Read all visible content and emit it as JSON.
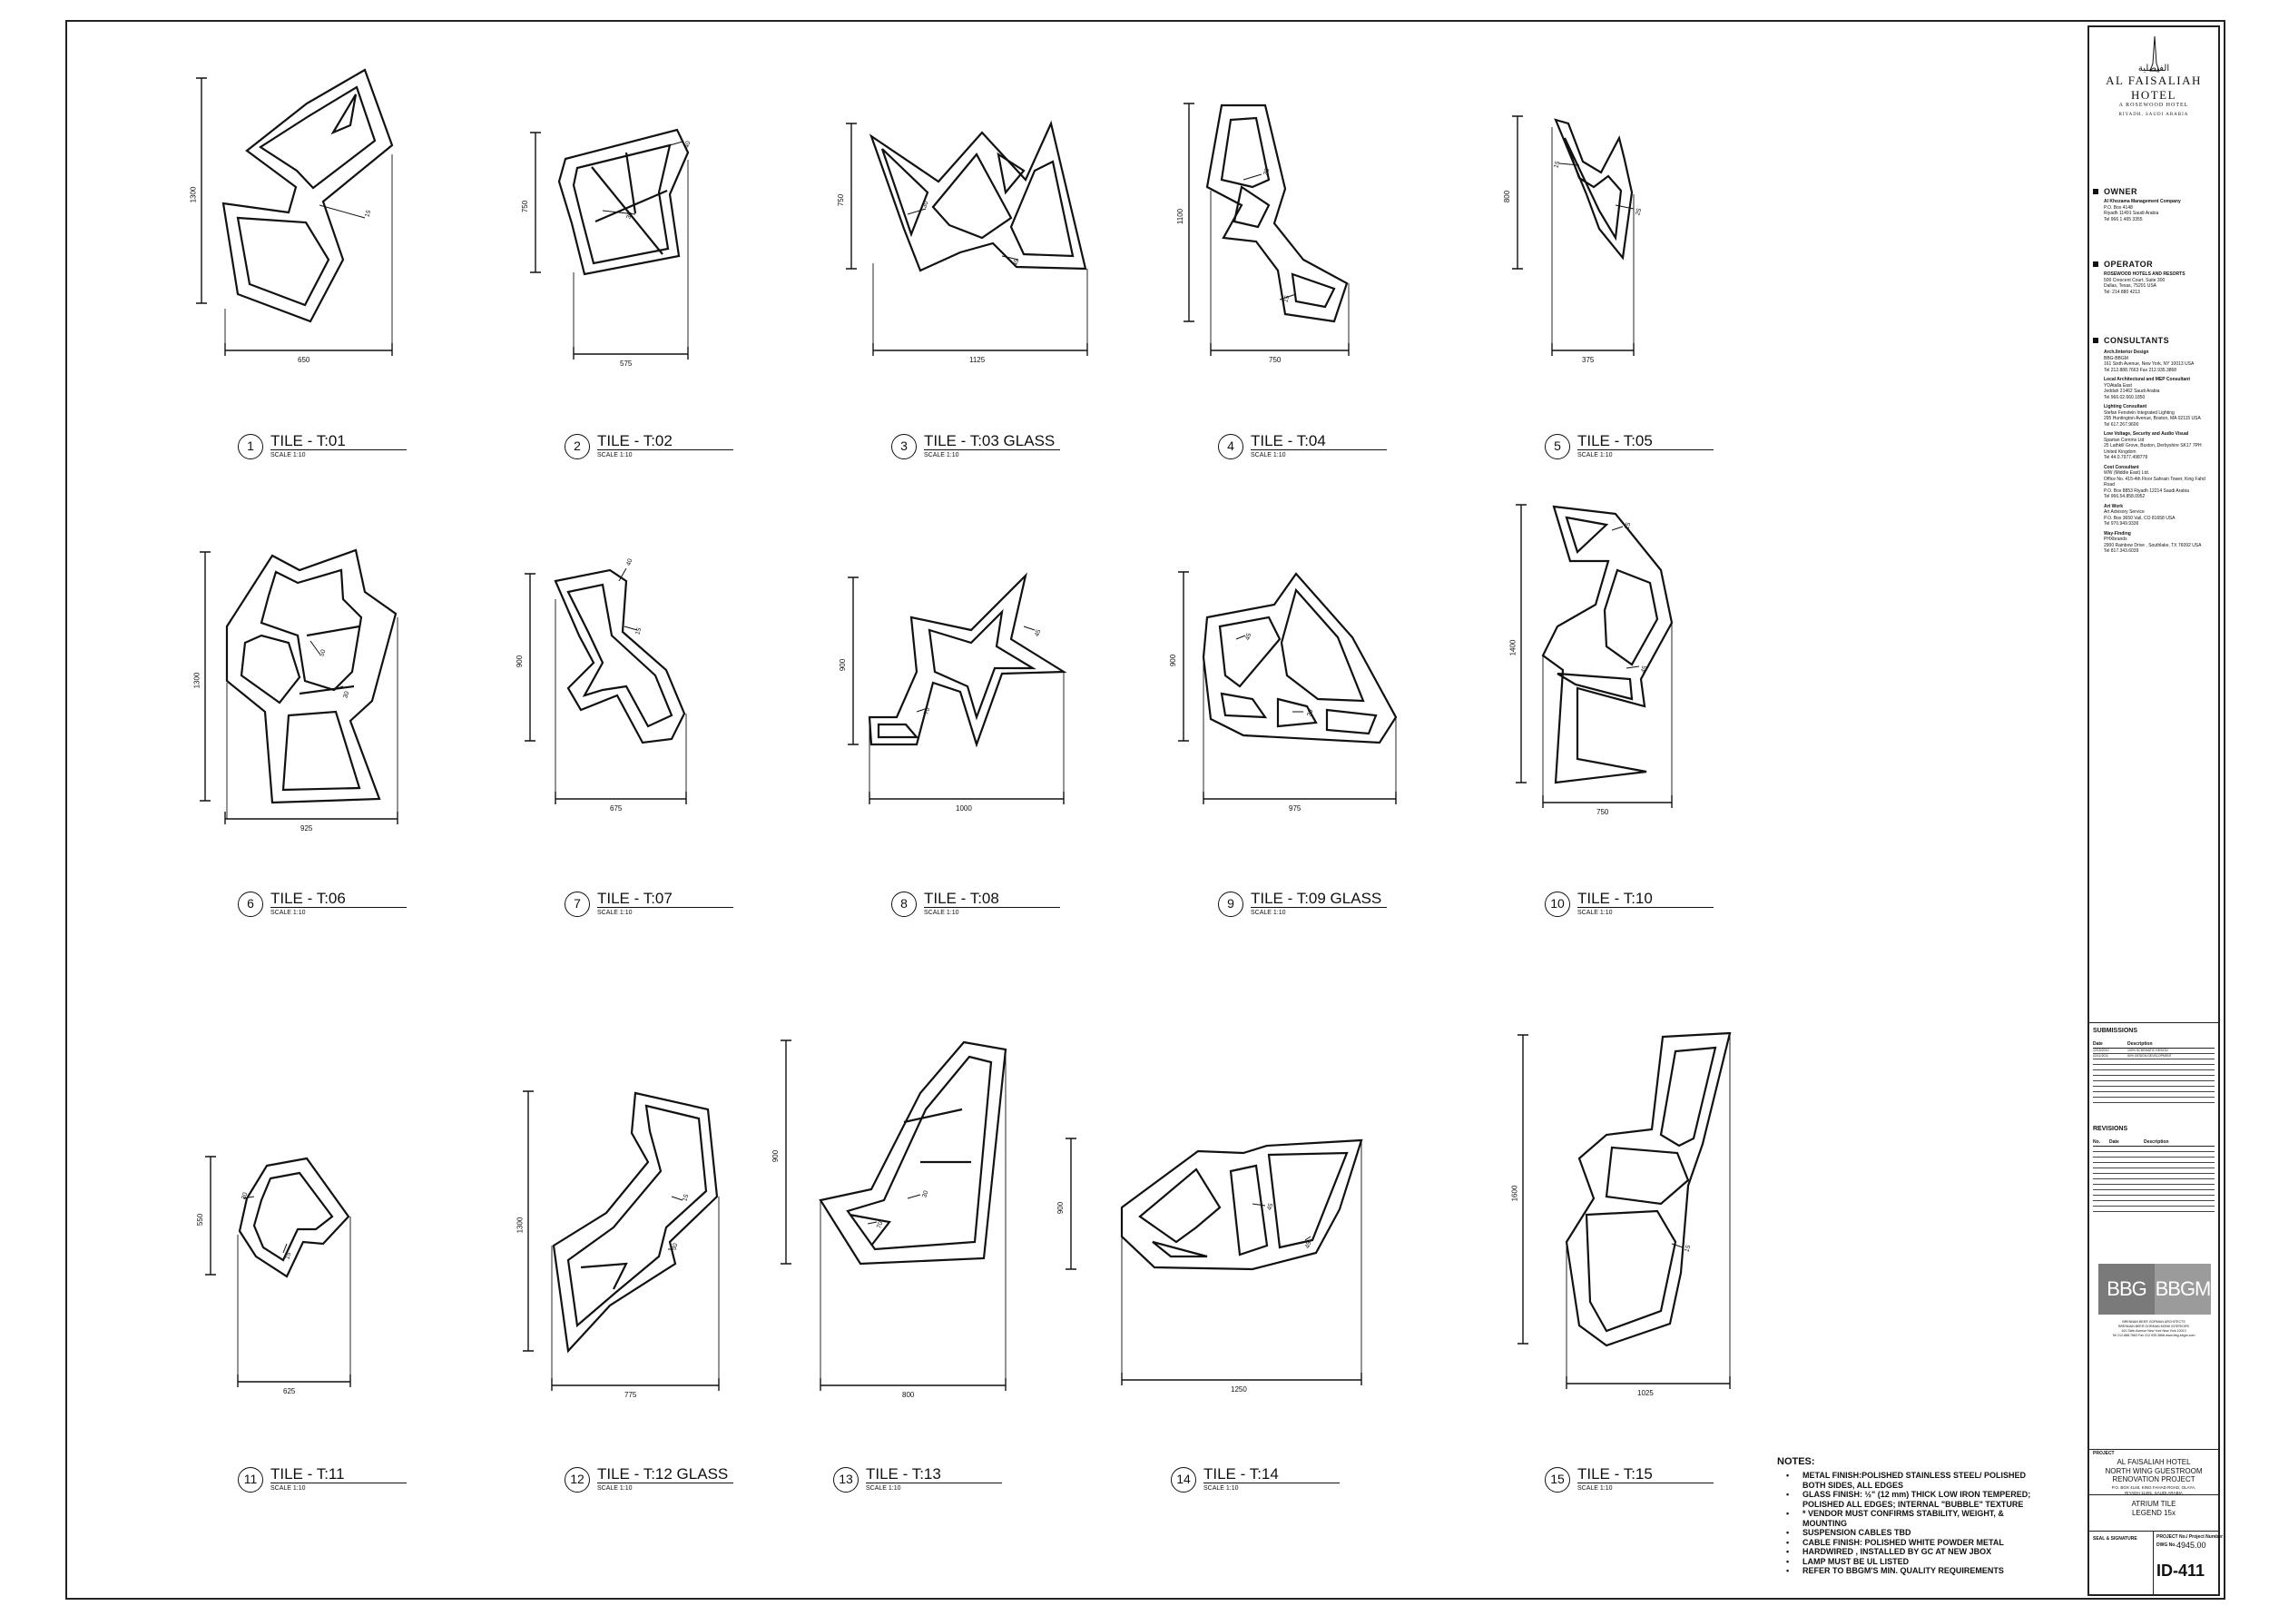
{
  "tiles": [
    {
      "num": "1",
      "name": "TILE - T:01",
      "scale": "SCALE 1:10",
      "dims": {
        "w": "650",
        "h": "1300"
      },
      "labels": [
        "15"
      ]
    },
    {
      "num": "2",
      "name": "TILE - T:02",
      "scale": "SCALE 1:10",
      "dims": {
        "w": "575",
        "h": "750"
      },
      "labels": [
        "40",
        "30"
      ]
    },
    {
      "num": "3",
      "name": "TILE - T:03  GLASS",
      "scale": "SCALE 1:10",
      "dims": {
        "w": "1125",
        "h": "750"
      },
      "labels": [
        "30",
        "45"
      ]
    },
    {
      "num": "4",
      "name": "TILE - T:04",
      "scale": "SCALE 1:10",
      "dims": {
        "w": "750",
        "h": "1100"
      },
      "labels": [
        "30",
        "15"
      ]
    },
    {
      "num": "5",
      "name": "TILE - T:05",
      "scale": "SCALE 1:10",
      "dims": {
        "w": "375",
        "h": "800"
      },
      "labels": [
        "15",
        "25"
      ]
    },
    {
      "num": "6",
      "name": "TILE - T:06",
      "scale": "SCALE 1:10",
      "dims": {
        "w": "925",
        "h": "1300"
      },
      "labels": [
        "50",
        "30"
      ]
    },
    {
      "num": "7",
      "name": "TILE - T:07",
      "scale": "SCALE 1:10",
      "dims": {
        "w": "675",
        "h": "900"
      },
      "labels": [
        "40",
        "15"
      ]
    },
    {
      "num": "8",
      "name": "TILE - T:08",
      "scale": "SCALE 1:10",
      "dims": {
        "w": "1000",
        "h": "900"
      },
      "labels": [
        "45",
        "70"
      ]
    },
    {
      "num": "9",
      "name": "TILE - T:09 GLASS",
      "scale": "SCALE 1:10",
      "dims": {
        "w": "975",
        "h": "900"
      },
      "labels": [
        "45",
        "30"
      ]
    },
    {
      "num": "10",
      "name": "TILE - T:10",
      "scale": "SCALE 1:10",
      "dims": {
        "w": "750",
        "h": "1400"
      },
      "labels": [
        "15",
        "45"
      ]
    },
    {
      "num": "11",
      "name": "TILE - T:11",
      "scale": "SCALE 1:10",
      "dims": {
        "w": "625",
        "h": "550"
      },
      "labels": [
        "30",
        "15"
      ]
    },
    {
      "num": "12",
      "name": "TILE - T:12 GLASS",
      "scale": "SCALE 1:10",
      "dims": {
        "w": "775",
        "h": "1300"
      },
      "labels": [
        "15",
        "30"
      ]
    },
    {
      "num": "13",
      "name": "TILE - T:13",
      "scale": "SCALE 1:10",
      "dims": {
        "w": "800",
        "h": "900"
      },
      "labels": [
        "30",
        "70"
      ]
    },
    {
      "num": "14",
      "name": "TILE - T:14",
      "scale": "SCALE 1:10",
      "dims": {
        "w": "1250",
        "h": "900"
      },
      "labels": [
        "45",
        "45"
      ]
    },
    {
      "num": "15",
      "name": "TILE - T:15",
      "scale": "SCALE 1:10",
      "dims": {
        "w": "1025",
        "h": "1600"
      },
      "labels": [
        "15"
      ]
    }
  ],
  "notes": {
    "heading": "NOTES:",
    "items": [
      "METAL FINISH:POLISHED STAINLESS STEEL/ POLISHED BOTH SIDES, ALL EDGES",
      "GLASS FINISH: ½\" (12 mm) THICK LOW IRON TEMPERED; POLISHED ALL EDGES; INTERNAL \"BUBBLE\" TEXTURE",
      "* VENDOR MUST CONFIRMS STABILITY, WEIGHT, & MOUNTING",
      "SUSPENSION CABLES TBD",
      "CABLE FINISH: POLISHED WHITE POWDER METAL",
      "HARDWIRED , INSTALLED BY GC AT NEW JBOX",
      "LAMP MUST BE UL LISTED",
      "REFER TO BBGM'S MIN. QUALITY REQUIREMENTS"
    ]
  },
  "title_block": {
    "hotel_arabic": "الفيصلية",
    "hotel_name": "AL FAISALIAH HOTEL",
    "hotel_sub": "A ROSEWOOD HOTEL",
    "hotel_city": "RIYADH, SAUDI ARABIA",
    "owner_head": "OWNER",
    "owner_lines": [
      "Al Khozama Management Company",
      "P.O. Box 4148",
      "Riyadh 11491 Saudi Arabia",
      "Tel 966 1 465 3355"
    ],
    "operator_head": "OPERATOR",
    "operator_lines": [
      "ROSEWOOD HOTELS AND RESORTS",
      "500 Crescent Court, Suite 300",
      "Dallas, Texas, 75201 USA",
      "Tel: 214 880 4213"
    ],
    "consultants_head": "CONSULTANTS",
    "consultants": [
      {
        "role": "Arch./Interior Design",
        "lines": [
          "BBG-BBGM",
          "161 Sixth Avenue, New York, NY 10013 USA",
          "Tel 212.888.7663  Fax 212.935.3868"
        ]
      },
      {
        "role": "Local Architectural and MEP Consultant",
        "lines": [
          "YDAtalla East",
          "Jeddah 21462 Saudi Arabia",
          "Tel 966.02.660.1850"
        ]
      },
      {
        "role": "Lighting Consultant",
        "lines": [
          "Stefan Fenstein Integrated Lighting",
          "295 Huntington Avenue, Boston, MA 02115 USA",
          "Tel 617.267.9600"
        ]
      },
      {
        "role": "Low Voltage, Security and Audio Visual",
        "lines": [
          "Spartan Comms Ltd",
          "25 Lathkill Grove, Buxton, Derbyshire SK17 7PH United Kingdom",
          "Tel 44.0.7977.498778"
        ]
      },
      {
        "role": "Cost Consultant",
        "lines": [
          "WW (Middle East) Ltd.",
          "Office No. 415-4th Floor Sahrain Tower, King Fahd Road",
          "P.O. Box 8853  Riyadh 12214 Saudi Arabia",
          "Tel 966.54.858.0952"
        ]
      },
      {
        "role": "Art Work",
        "lines": [
          "Art Advisory Service",
          "P.O. Box 3650  Vail, CO  81658 USA",
          "Tel 970.949.9336"
        ]
      },
      {
        "role": "Way-Finding",
        "lines": [
          "PHXbrands",
          "2900 Rainbow Drive , Southlake, TX  76092  USA",
          "Tel 817.343.6039"
        ]
      }
    ],
    "submissions_head": "SUBMISSIONS",
    "submissions_cols": [
      "Date",
      "Description"
    ],
    "submissions_rows": [
      [
        "12/15/2010",
        "100% SCHEMATIC DESIGN"
      ],
      [
        "02/11/2011",
        "50% DESIGN DEVELOPMENT"
      ]
    ],
    "revisions_head": "REVISIONS",
    "revisions_cols": [
      "No.",
      "Date",
      "Description"
    ],
    "bbg_left": "BBG",
    "bbg_right": "BBGM",
    "firm_lines": [
      "BRENNAN BEER GORMAN ARCHITECTS",
      "BRENNAN BEER GORMAN MONK INTERIORS",
      "161 Sixth Avenue New York New York 10013",
      "Tel 212.888.7663   Fax 212.935.3868   www.bbg-bbgm.com"
    ],
    "project_head": "PROJECT",
    "project_lines": [
      "AL FAISALIAH HOTEL",
      "NORTH WING GUESTROOM",
      "RENOVATION PROJECT"
    ],
    "project_addr": [
      "P.O. BOX 4148, KING FAHAD ROAD, OLAYA,",
      "RIYADH 11491, SAUDI ARABIA"
    ],
    "sheet_title": [
      "ATRIUM TILE",
      "LEGEND 15x"
    ],
    "seal_label": "SEAL & SIGNATURE",
    "project_no_label": "PROJECT No./ Project Number",
    "dwg_no_label": "DWG No.",
    "project_no": "4945.00",
    "sheet_no": "ID-411"
  }
}
